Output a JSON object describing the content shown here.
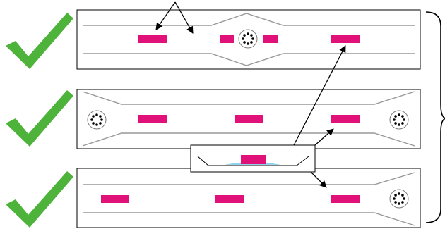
{
  "colors": {
    "check": "#4db33a",
    "block": "#e0127a",
    "guide": "#999999",
    "frame": "#000000",
    "fluid": "#8fd3ee",
    "bead": "#000000"
  },
  "panels": [
    {
      "status": "check-icon",
      "layout": "center-bead-with-two-side-blocks"
    },
    {
      "status": "check-icon",
      "layout": "beads-at-both-ends"
    },
    {
      "status": "check-icon",
      "layout": "bead-at-right-end"
    }
  ],
  "inset": {
    "content": "block-on-fluid-film"
  },
  "group_bracket": "right-curly-brace"
}
